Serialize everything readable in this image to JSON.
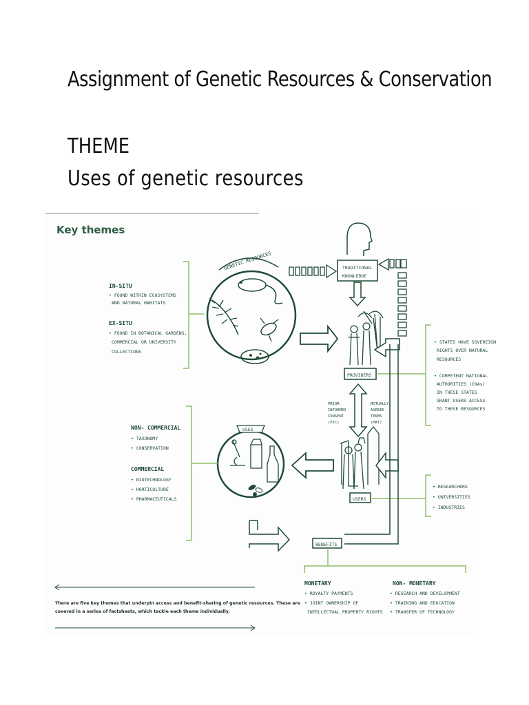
{
  "page": {
    "title": "Assignment of Genetic Resources & Conservation",
    "theme_label": "THEME",
    "theme_value": "Uses of genetic resources"
  },
  "diagram": {
    "heading": "Key themes",
    "genetic_resources": "GENETIC RESOURCES",
    "in_situ": {
      "title": "IN-SITU",
      "lines": [
        "• FOUND WITHIN ECOSYSTEMS",
        "AND NATURAL HABITATS"
      ]
    },
    "ex_situ": {
      "title": "EX-SITU",
      "lines": [
        "• FOUND IN BOTANICAL GARDENS,",
        "COMMERCIAL OR UNIVERSITY",
        "COLLECTIONS"
      ]
    },
    "traditional_knowledge": [
      "TRADITIONAL",
      "KNOWLEDGE"
    ],
    "providers": "PROVIDERS",
    "states": {
      "lines_a": [
        "• STATES HAVE SOVEREIGN",
        "RIGHTS OVER NATURAL",
        "RESOURCES"
      ],
      "lines_b": [
        "• COMPETENT NATIONAL",
        "AUTHORITIES (CNAs)",
        "IN THESE STATES",
        "GRANT USERS ACCESS",
        "TO THESE RESOURCES"
      ]
    },
    "pic": [
      "PRIOR",
      "INFORMED",
      "CONSENT",
      "(PIC)"
    ],
    "mat": [
      "MUTUALLY",
      "AGREED",
      "TERMS",
      "(MAT)"
    ],
    "uses": "USES",
    "non_commercial": {
      "title": "NON- COMMERCIAL",
      "lines": [
        "• TAXONOMY",
        "• CONSERVATION"
      ]
    },
    "commercial": {
      "title": "COMMERCIAL",
      "lines": [
        "• BIOTECHNOLOGY",
        "• HORTICULTURE",
        "• PHARMACEUTICALS"
      ]
    },
    "users": "USERS",
    "user_types": [
      "• RESEARCHERS",
      "• UNIVERSITIES",
      "• INDUSTRIES"
    ],
    "benefits": "BENEFITS",
    "monetary": {
      "title": "MONETARY",
      "lines": [
        "• ROYALTY PAYMENTS",
        "• JOINT OWNERSHIP OF",
        "INTELLECTUAL PROPERTY RIGHTS"
      ]
    },
    "non_monetary": {
      "title": "NON- MONETARY",
      "lines": [
        "• RESEARCH AND DEVELOPMENT",
        "• TRAINING AND EDUCATION",
        "• TRANSFER OF TECHNOLOGY"
      ]
    },
    "footnote": [
      "There are five key themes that underpin access and benefit-sharing of genetic resources. These are",
      "covered in a series of factsheets, which tackle each theme individually."
    ],
    "colors": {
      "ink": "#1f4a35",
      "accent": "#8fbf6a",
      "text": "#1c2a22"
    }
  }
}
